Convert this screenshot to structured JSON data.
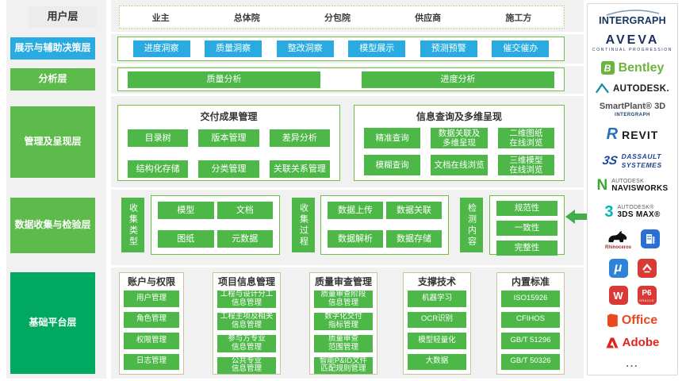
{
  "colors": {
    "green": "#4db848",
    "layer_green": "#5cbb4a",
    "emerald": "#00a95f",
    "blue": "#29abe2",
    "border_green": "#6fbf4a",
    "border_olive": "#c9c49c",
    "strip_gray": "#f1f1f1",
    "arrow_green": "#3fae49"
  },
  "layers": {
    "user": "用户层",
    "decision": "展示与辅助决策层",
    "analysis": "分析层",
    "management": "管理及呈现层",
    "collection": "数据收集与检验层",
    "platform": "基础平台层"
  },
  "stakeholders": [
    "业主",
    "总体院",
    "分包院",
    "供应商",
    "施工方"
  ],
  "decision_items": [
    "进度洞察",
    "质量洞察",
    "整改洞察",
    "模型展示",
    "预测预警",
    "催交催办"
  ],
  "analysis_items": [
    "质量分析",
    "进度分析"
  ],
  "delivery": {
    "title": "交付成果管理",
    "items": [
      "目录树",
      "版本管理",
      "差异分析",
      "结构化存储",
      "分类管理",
      "关联关系管理"
    ]
  },
  "query": {
    "title": "信息查询及多维呈现",
    "items": [
      "精准查询",
      "数据关联及\n多维呈现",
      "二维图纸\n在线浏览",
      "模糊查询",
      "文档在线浏览",
      "三维模型\n在线浏览"
    ]
  },
  "collection": {
    "type_label": "收集类型",
    "types": [
      "模型",
      "文档",
      "图纸",
      "元数据"
    ],
    "process_label": "收集过程",
    "processes": [
      "数据上传",
      "数据关联",
      "数据解析",
      "数据存储"
    ],
    "check_label": "检测内容",
    "checks": [
      "规范性",
      "一致性",
      "完整性"
    ]
  },
  "platform": {
    "columns": [
      {
        "title": "账户与权限",
        "items": [
          "用户管理",
          "角色管理",
          "权限管理",
          "日志管理"
        ]
      },
      {
        "title": "项目信息管理",
        "items": [
          "工程与设计分工\n信息管理",
          "工程主项及相关\n信息管理",
          "参与方专业\n信息管理",
          "公共专业\n信息管理"
        ]
      },
      {
        "title": "质量审查管理",
        "items": [
          "质量审查阶段\n信息管理",
          "数字化交付\n指标管理",
          "质量审查\n范围管理",
          "智能P&ID文件\n匹配规则管理"
        ]
      },
      {
        "title": "支撑技术",
        "items": [
          "机器学习",
          "OCR识别",
          "模型轻量化",
          "大数据"
        ]
      },
      {
        "title": "内置标准",
        "items": [
          "ISO15926",
          "CFIHOS",
          "GB/T 51296",
          "GB/T 50326"
        ]
      }
    ]
  },
  "sidebar": {
    "intergraph": "INTERGRAPH",
    "aveva": "AVEVA",
    "aveva_tagline": "CONTINUAL PROGRESSION",
    "bentley_b": "B",
    "bentley": "Bentley",
    "autodesk": "AUTODESK.",
    "smartplant": "SmartPlant® 3D",
    "smartplant_sub": "INTERGRAPH",
    "revit_letter": "R",
    "revit": "REVIT",
    "dassault_glyph": "3S",
    "dassault_line1": "DASSAULT",
    "dassault_line2": "SYSTEMES",
    "navisworks_letter": "N",
    "navisworks_line1": "AUTODESK",
    "navisworks_line2": "NAVISWORKS",
    "max_digit": "3",
    "max_line1": "AUTODESK®",
    "max_line2": "3DS MAX®",
    "rhino_caption": "Rhinoceros",
    "mu": "μ",
    "wps": "W",
    "p6": "P6",
    "p6_sub": "ORACLE",
    "office": "Office",
    "adobe": "Adobe",
    "more": "..."
  }
}
